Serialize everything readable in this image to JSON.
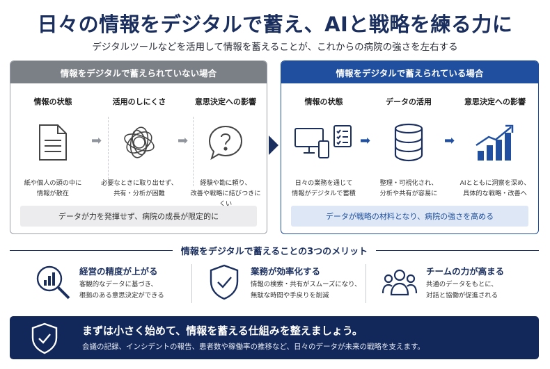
{
  "title": "日々の情報をデジタルで蓄え、AIと戦略を練る力に",
  "subtitle": "デジタルツールなどを活用して情報を蓄えることが、これからの病院の強さを左右する",
  "left_panel": {
    "header": "情報をデジタルで蓄えられていない場合",
    "columns": [
      {
        "label": "情報の状態",
        "icon": "document-icon",
        "desc1": "紙や個人の頭の中に",
        "desc2": "情報が散在"
      },
      {
        "label": "活用のしにくさ",
        "icon": "tangled-lines-icon",
        "desc1": "必要なときに取り出せず、",
        "desc2": "共有・分析が困難"
      },
      {
        "label": "意思決定への影響",
        "icon": "question-bubble-icon",
        "desc1": "経験や勘に頼り、",
        "desc2": "改善や戦略に結びつきにくい"
      }
    ],
    "footer": "データが力を発揮せず、病院の成長が限定的に"
  },
  "right_panel": {
    "header": "情報をデジタルで蓄えられている場合",
    "columns": [
      {
        "label": "情報の状態",
        "icon": "devices-icon",
        "desc1": "日々の業務を通じて",
        "desc2": "情報がデジタルで蓄積"
      },
      {
        "label": "データの活用",
        "icon": "database-icon",
        "desc1": "整理・可視化され、",
        "desc2": "分析や共有が容易に"
      },
      {
        "label": "意思決定への影響",
        "icon": "growth-chart-icon",
        "desc1": "AIとともに洞察を深め、",
        "desc2": "具体的な戦略・改善へ"
      }
    ],
    "footer": "データが戦略の材料となり、病院の強さを高める"
  },
  "merits": {
    "heading": "情報をデジタルで蓄えることの3つのメリット",
    "items": [
      {
        "icon": "magnifier-chart-icon",
        "title": "経営の精度が上がる",
        "desc1": "客観的なデータに基づき、",
        "desc2": "根拠のある意思決定ができる"
      },
      {
        "icon": "shield-check-icon",
        "title": "業務が効率化する",
        "desc1": "情報の検索・共有がスムーズになり、",
        "desc2": "無駄な時間や手戻りを削減"
      },
      {
        "icon": "team-icon",
        "title": "チームの力が高まる",
        "desc1": "共通のデータをもとに、",
        "desc2": "対話と協働が促進される"
      }
    ]
  },
  "bottom_banner": {
    "icon": "shield-check-icon",
    "title": "まずは小さく始めて、情報を蓄える仕組みを整えましょう。",
    "desc": "会議の記録、インシデントの報告、患者数や稼働率の推移など、日々のデータが未来の戦略を支えます。"
  },
  "colors": {
    "navy": "#1b2f5e",
    "blue": "#1f4f9e",
    "gray": "#7b7f86"
  }
}
